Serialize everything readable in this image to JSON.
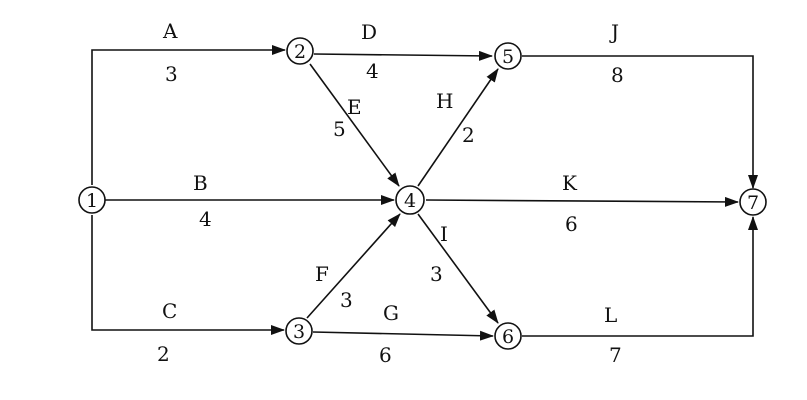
{
  "nodes": [
    {
      "id": "1",
      "label": "1"
    },
    {
      "id": "2",
      "label": "2"
    },
    {
      "id": "3",
      "label": "3"
    },
    {
      "id": "4",
      "label": "4"
    },
    {
      "id": "5",
      "label": "5"
    },
    {
      "id": "6",
      "label": "6"
    },
    {
      "id": "7",
      "label": "7"
    }
  ],
  "edges": [
    {
      "id": "A",
      "from": "1",
      "to": "2",
      "name": "A",
      "duration": "3"
    },
    {
      "id": "B",
      "from": "1",
      "to": "4",
      "name": "B",
      "duration": "4"
    },
    {
      "id": "C",
      "from": "1",
      "to": "3",
      "name": "C",
      "duration": "2"
    },
    {
      "id": "D",
      "from": "2",
      "to": "5",
      "name": "D",
      "duration": "4"
    },
    {
      "id": "E",
      "from": "2",
      "to": "4",
      "name": "E",
      "duration": "5"
    },
    {
      "id": "F",
      "from": "3",
      "to": "4",
      "name": "F",
      "duration": "3"
    },
    {
      "id": "G",
      "from": "3",
      "to": "6",
      "name": "G",
      "duration": "6"
    },
    {
      "id": "H",
      "from": "4",
      "to": "5",
      "name": "H",
      "duration": "2"
    },
    {
      "id": "I",
      "from": "4",
      "to": "6",
      "name": "I",
      "duration": "3"
    },
    {
      "id": "J",
      "from": "5",
      "to": "7",
      "name": "J",
      "duration": "8"
    },
    {
      "id": "K",
      "from": "4",
      "to": "7",
      "name": "K",
      "duration": "6"
    },
    {
      "id": "L",
      "from": "6",
      "to": "7",
      "name": "L",
      "duration": "7"
    }
  ]
}
